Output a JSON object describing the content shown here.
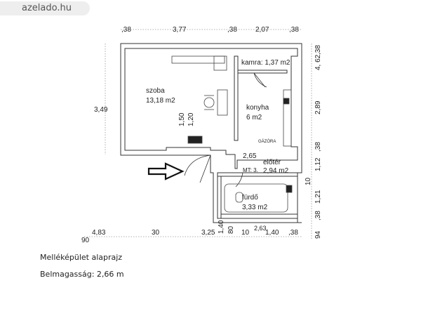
{
  "watermark": "azelado.hu",
  "dims": {
    "top_1": ",38",
    "top_2": "3,77",
    "top_3": ",38",
    "top_4": "2,07",
    "top_5": ",38",
    "left_height": "3,49",
    "right_1": ",38",
    "right_2": "4, 62",
    "right_3": "2,89",
    "right_4": ",38",
    "right_5": "1,12",
    "right_6": "10",
    "right_7": "1,21",
    "right_8": ",38",
    "right_9": "94",
    "door_150": "1,50",
    "door_120": "1,20",
    "mid_265": "2,65",
    "bottom_483": "4,83",
    "bottom_90": "90",
    "bottom_30": "30",
    "bottom_325": "3,25",
    "bottom_140a": "1,40",
    "bottom_80": "80",
    "bottom_10": "10",
    "bottom_263": "2,63",
    "bottom_140b": "1,40",
    "bottom_38": ",38",
    "mt": "MT: 3.",
    "gazora": "GÁZÓRA"
  },
  "rooms": {
    "szoba_name": "szoba",
    "szoba_area": "13,18 m2",
    "konyha_name": "konyha",
    "konyha_area": "6 m2",
    "kamra": "kamra: 1,37 m2",
    "eloter_name": "előtér",
    "eloter_area": "2,94 m2",
    "furdo_name": "fürdő",
    "furdo_area": "3,33 m2"
  },
  "caption": {
    "title": "Melléképület alaprajz",
    "height": "Belmagasság: 2,66 m"
  }
}
